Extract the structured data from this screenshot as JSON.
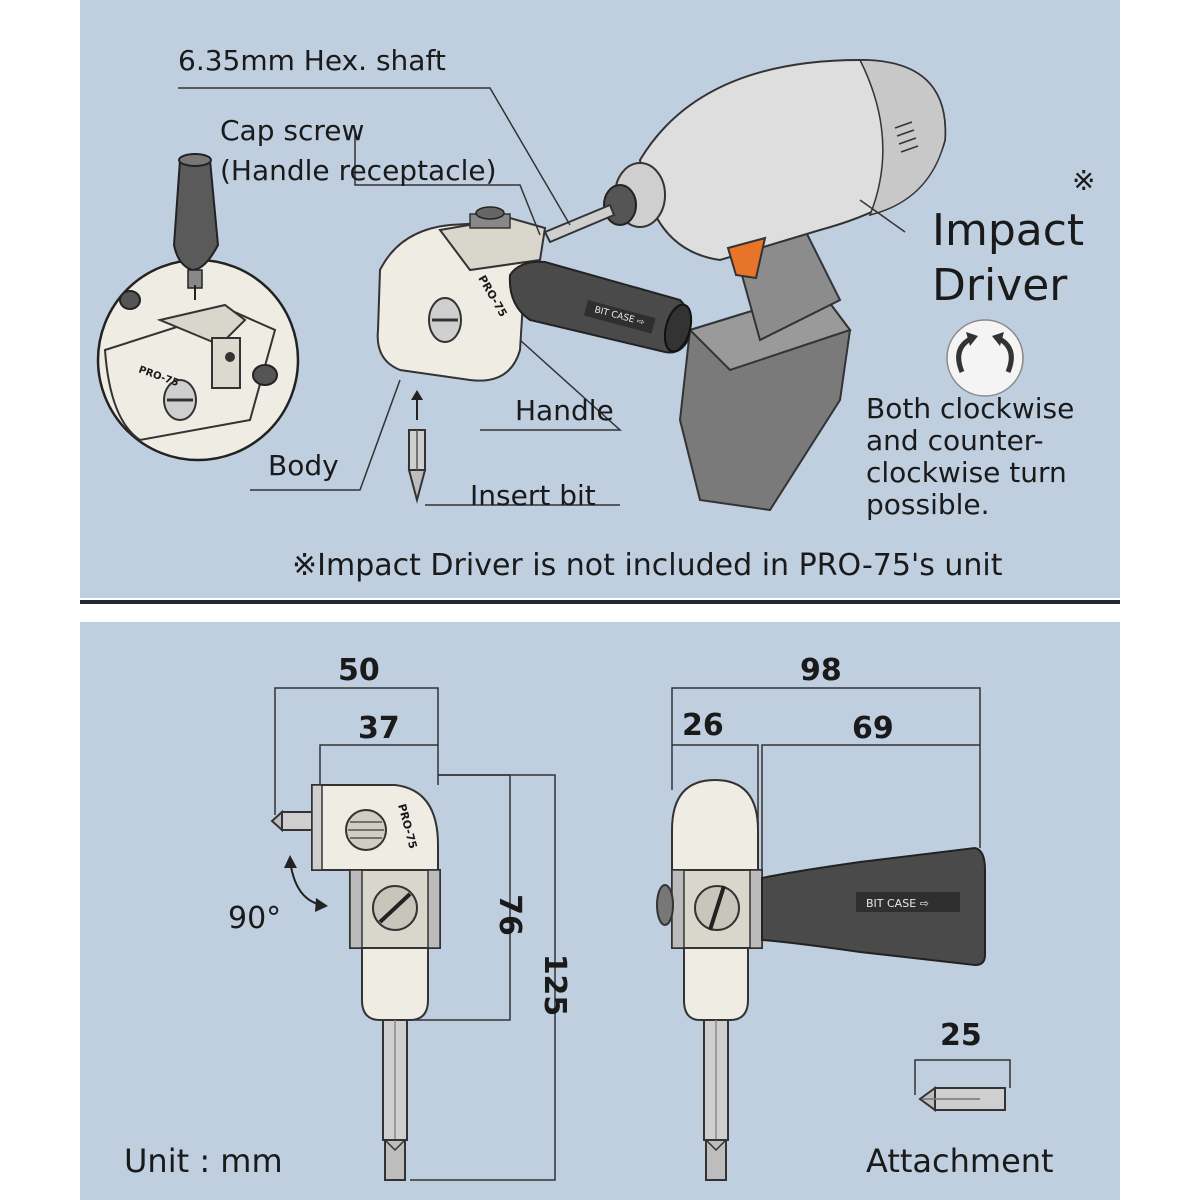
{
  "top": {
    "labels": {
      "hex_shaft": "6.35mm Hex. shaft",
      "cap_screw_1": "Cap screw",
      "cap_screw_2": "(Handle receptacle)",
      "impact_1": "Impact",
      "impact_2": "Driver",
      "reference_mark": "※",
      "handle": "Handle",
      "body": "Body",
      "insert_bit": "Insert bit",
      "rotation_1": "Both clockwise",
      "rotation_2": "and counter-",
      "rotation_3": "clockwise turn",
      "rotation_4": "possible.",
      "footnote": "※Impact Driver is not included in PRO-75's unit",
      "model_mark": "PRO-75",
      "handle_print": "BIT CASE ⇨"
    },
    "icons": [
      "rotation-arrows-icon"
    ]
  },
  "bottom": {
    "unit": "Unit : mm",
    "attachment": "Attachment",
    "angle": "90°",
    "handle_print": "BIT CASE ⇨",
    "model_mark": "PRO-75",
    "dimensions_front": {
      "overall_width": "50",
      "body_width": "37",
      "body_height": "76",
      "total_height": "125"
    },
    "dimensions_side": {
      "overall_length": "98",
      "body_depth": "26",
      "handle_length": "69"
    },
    "dimensions_bit": {
      "length": "25"
    }
  },
  "colors": {
    "panel": "#bfcfe0",
    "divider": "#1e2a3a",
    "body": "#efece4",
    "handle": "#4a4a4a",
    "trigger": "#e8742a",
    "drill_grey": "#8c8c8c"
  }
}
